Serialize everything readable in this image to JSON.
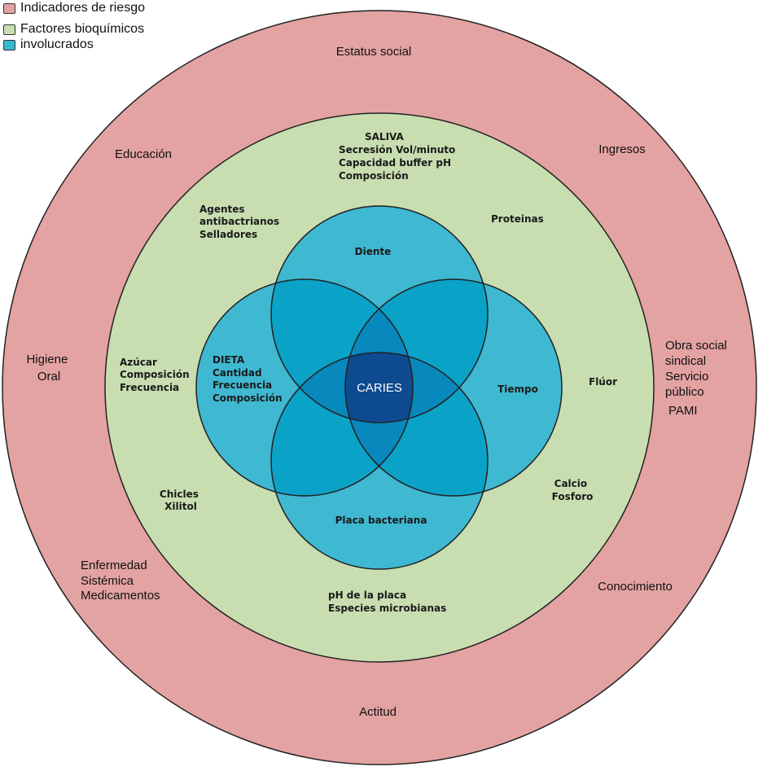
{
  "legend": {
    "items": [
      {
        "label": "Indicadores de riesgo",
        "color": "#e3a3a2"
      },
      {
        "label": "Factores bioquímicos",
        "color": "#c8deb1"
      },
      {
        "label": "involucrados",
        "color": "#3ab6cf"
      }
    ]
  },
  "colors": {
    "outer_ring": "#e3a3a2",
    "middle_ring": "#c8deb1",
    "circle": "#3fb8d2",
    "pair_overlap": "#0ba2c7",
    "triple_overlap": "#0789bd",
    "center": "#0d4a8f",
    "stroke": "#222222"
  },
  "outer_ring": {
    "estatus_social": "Estatus social",
    "educacion": "Educación",
    "ingresos": "Ingresos",
    "higiene_oral": [
      "Higiene",
      "Oral"
    ],
    "obra_social": [
      "Obra social",
      "sindical",
      "Servicio",
      "público",
      "PAMI"
    ],
    "enfermedad": [
      "Enfermedad",
      "Sistémica",
      "Medicamentos"
    ],
    "conocimiento": "Conocimiento",
    "actitud": "Actitud"
  },
  "middle_ring": {
    "saliva": [
      "SALIVA",
      "Secresión Vol/minuto",
      "Capacidad buffer pH",
      "Composición"
    ],
    "agentes": [
      "Agentes",
      "antibactrianos",
      "Selladores"
    ],
    "proteinas": "Proteinas",
    "azucar": [
      "Azúcar",
      "Composición",
      "Frecuencia"
    ],
    "fluor": "Flúor",
    "chicles": [
      "Chicles",
      "Xilitol"
    ],
    "calcio": [
      "Calcio",
      "Fosforo"
    ],
    "ph_placa": [
      "pH de la placa",
      "Especies microbianas"
    ]
  },
  "circles": {
    "diente": "Diente",
    "dieta": [
      "DIETA",
      "Cantidad",
      "Frecuencia",
      "Composición"
    ],
    "tiempo": "Tiempo",
    "placa": "Placa bacteriana",
    "center": "CARIES"
  }
}
